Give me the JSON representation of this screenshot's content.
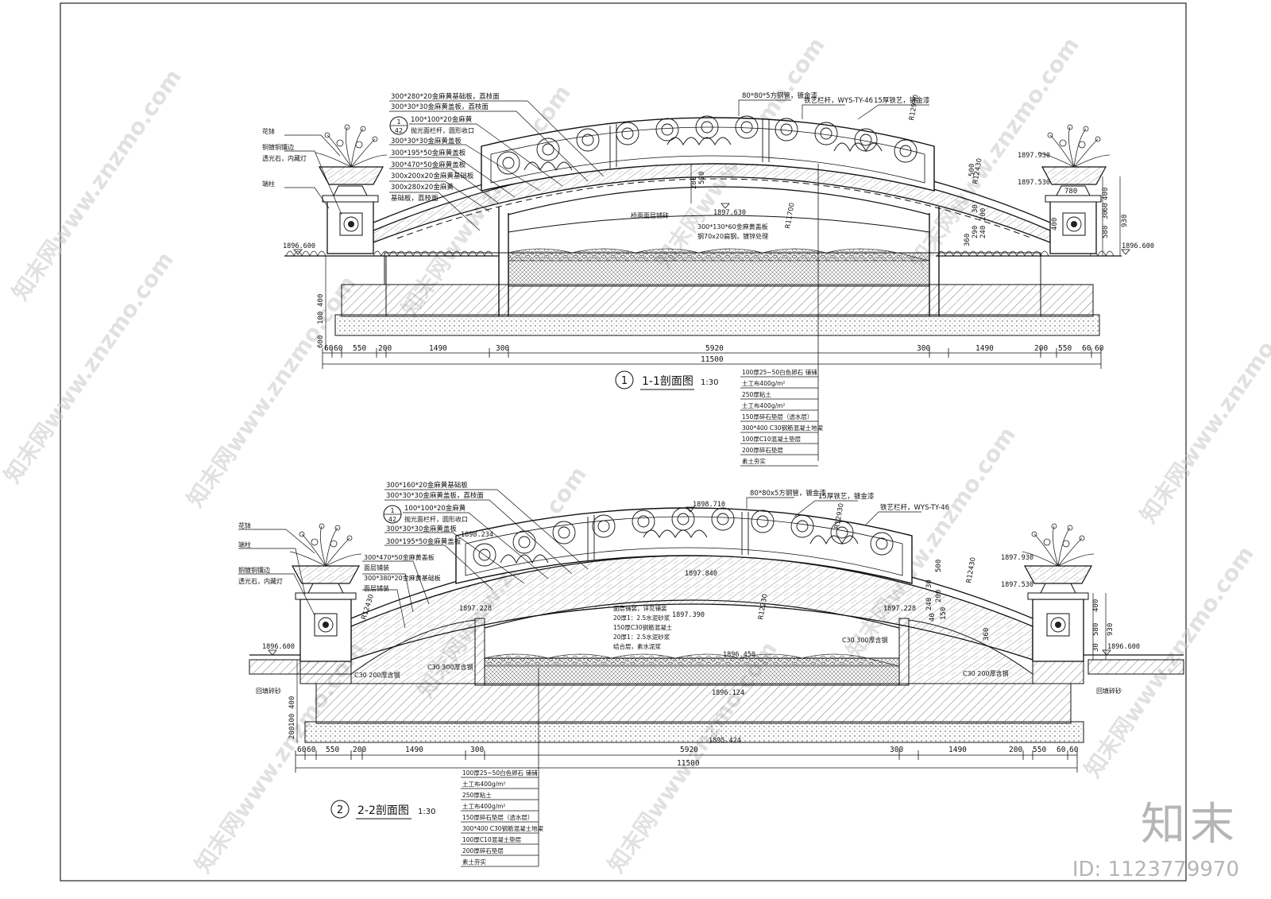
{
  "section1": {
    "num": "1",
    "title": "1-1剖面图",
    "scale": "1:30",
    "leaders_left": [
      "300*280*20金麻黄基础板，荔枝面",
      "300*30*30金麻黄盖板，荔枝面",
      "100*100*20金麻黄",
      "抛光面栏杆，圆形收口",
      "300*30*30金麻黄盖板",
      "300*195*50金麻黄盖板",
      "300*470*50金麻黄盖板",
      "300x200x20金麻黄基础板",
      "300x280x20金麻黄",
      "基础板，荔枝面"
    ],
    "callout_num": "1",
    "callout_den": "42",
    "left_labels": [
      "花钵",
      "铜镀铜镶边",
      "透光石，内藏灯",
      "端柱"
    ],
    "top_labels": [
      "80*80*5方钢管，镀金漆",
      "铁艺栏杆，WYS-TY-46",
      "15厚铁艺，镀金漆"
    ],
    "inner_labels": [
      "桥面面层铺砖",
      "300*130*60金麻黄盖板",
      "钢70x20扁钢，镀锌处理"
    ],
    "radii": [
      "R12930",
      "R12430",
      "R11700"
    ],
    "elev": [
      "1896.600",
      "1896.600",
      "1897.630",
      "1897.930",
      "1897.530"
    ],
    "dims_bottom": [
      "60",
      "60",
      "550",
      "200",
      "1490",
      "300",
      "5920",
      "300",
      "1490",
      "200",
      "550",
      "60",
      "60"
    ],
    "dim_total": "11500",
    "dims_left": [
      "400",
      "100",
      "600"
    ],
    "dims_right": [
      "400",
      "60",
      "30",
      "580",
      "930",
      "400",
      "780"
    ],
    "dims_mid": [
      "280",
      "520",
      "500",
      "30",
      "200",
      "290",
      "240",
      "360"
    ],
    "layers": [
      "100厚25~50白色卵石  铺铺",
      "土工布400g/m²",
      "250厚粘土",
      "土工布400g/m²",
      "150厚碎石垫层（透水层）",
      "300*400 C30钢筋混凝土地梁",
      "100厚C10混凝土垫层",
      "200厚碎石垫层",
      "素土夯实"
    ]
  },
  "section2": {
    "num": "2",
    "title": "2-2剖面图",
    "scale": "1:30",
    "leaders_left": [
      "300*160*20金麻黄基础板",
      "300*30*30金麻黄盖板，荔枝面",
      "100*100*20金麻黄",
      "抛光面栏杆，圆形收口",
      "300*30*30金麻黄盖板",
      "300*195*50金麻黄盖板"
    ],
    "leaders_mid": [
      "300*470*50金麻黄盖板",
      "面层铺装",
      "300*380*20金麻黄基础板",
      "面层铺装"
    ],
    "callout_num": "1",
    "callout_den": "42",
    "left_labels": [
      "花钵",
      "端柱",
      "铜镀铜镶边",
      "透光石，内藏灯"
    ],
    "top_labels": [
      "80*80x5方钢管，镀金漆",
      "15厚铁艺，镀金漆",
      "铁艺栏杆，WYS-TY-46"
    ],
    "inner_labels": [
      "面层铺装，详见铺装",
      "20厚1：2.5水泥砂浆",
      "150厚C30钢筋混凝土",
      "20厚1：2.5水泥砂浆",
      "结合层，素水泥浆"
    ],
    "concrete": [
      "C30 300厚含钢",
      "C30 300厚含钢",
      "C30 200厚含钢",
      "C30 200厚含钢"
    ],
    "radii": [
      "R12930",
      "R12430",
      "R12230",
      "R12430"
    ],
    "elev": [
      "1898.710",
      "1898.234",
      "1897.840",
      "1897.390",
      "1897.228",
      "1896.600",
      "1896.450",
      "1896.124",
      "1895.424",
      "1896.600",
      "1897.930",
      "1897.530",
      "1897.228"
    ],
    "side_labels": [
      "回填碎砂",
      "回填碎砂"
    ],
    "dims_bottom": [
      "60",
      "60",
      "550",
      "200",
      "1490",
      "300",
      "5920",
      "300",
      "1490",
      "200",
      "550",
      "60",
      "60"
    ],
    "dim_total": "11500",
    "dims_left": [
      "400",
      "100",
      "200"
    ],
    "dims_right": [
      "400",
      "580",
      "930",
      "30"
    ],
    "dims_mid": [
      "500",
      "30",
      "200",
      "240",
      "360",
      "150",
      "40"
    ],
    "layers": [
      "100厚25~50白色卵石  铺铺",
      "土工布400g/m²",
      "250厚粘土",
      "土工布400g/m²",
      "150厚碎石垫层（透水层）",
      "300*400 C30钢筋混凝土地梁",
      "100厚C10混凝土垫层",
      "200厚碎石垫层",
      "素土夯实"
    ]
  },
  "watermark": "知末网www.znzmo.com",
  "brand": "知末",
  "id_text": "ID: 1123779970"
}
